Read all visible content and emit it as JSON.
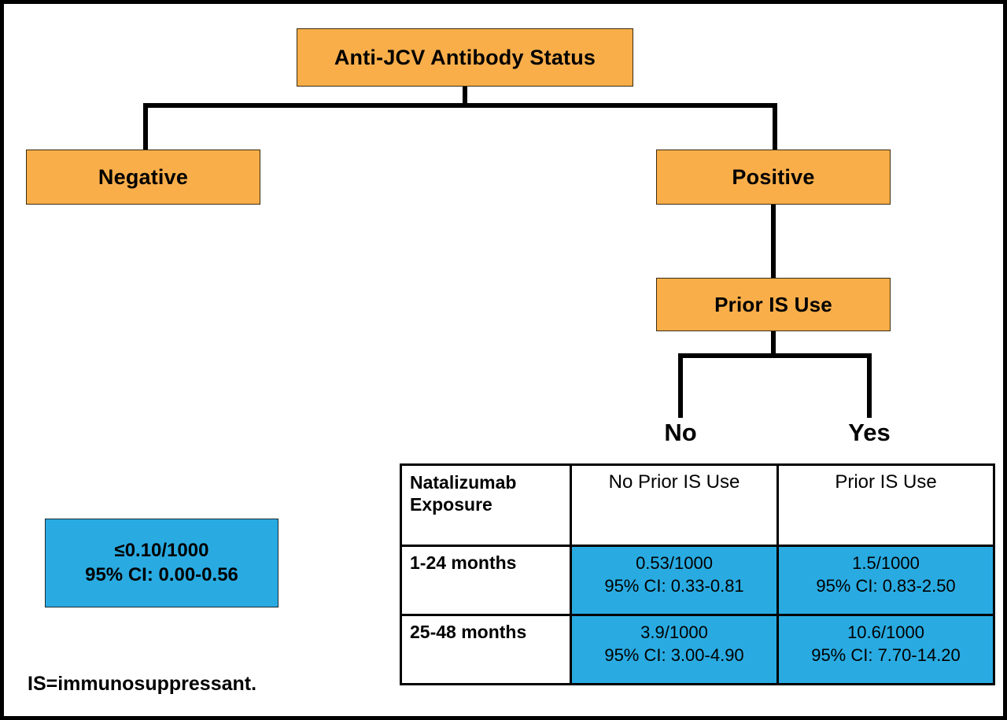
{
  "diagram": {
    "title_node": "Anti-JCV Antibody Status",
    "nodes": {
      "negative": "Negative",
      "positive": "Positive",
      "prior_is": "Prior IS Use"
    },
    "branch_labels": {
      "no": "No",
      "yes": "Yes"
    },
    "colors": {
      "node_fill": "#F9AE4A",
      "value_fill": "#29ABE2",
      "line": "#000000",
      "border": "#000000"
    }
  },
  "negative_result": {
    "rate": "≤0.10/1000",
    "ci": "95% CI: 0.00-0.56"
  },
  "table": {
    "headers": [
      "Natalizumab Exposure",
      "No Prior IS Use",
      "Prior IS Use"
    ],
    "corner_line1": "Natalizumab",
    "corner_line2": "Exposure",
    "rows": [
      {
        "label": "1-24 months",
        "no_prior_rate": "0.53/1000",
        "no_prior_ci": "95% CI: 0.33-0.81",
        "prior_rate": "1.5/1000",
        "prior_ci": "95% CI: 0.83-2.50"
      },
      {
        "label": "25-48 months",
        "no_prior_rate": "3.9/1000",
        "no_prior_ci": "95% CI: 3.00-4.90",
        "prior_rate": "10.6/1000",
        "prior_ci": "95% CI: 7.70-14.20"
      }
    ]
  },
  "footnote": "IS=immunosuppressant."
}
